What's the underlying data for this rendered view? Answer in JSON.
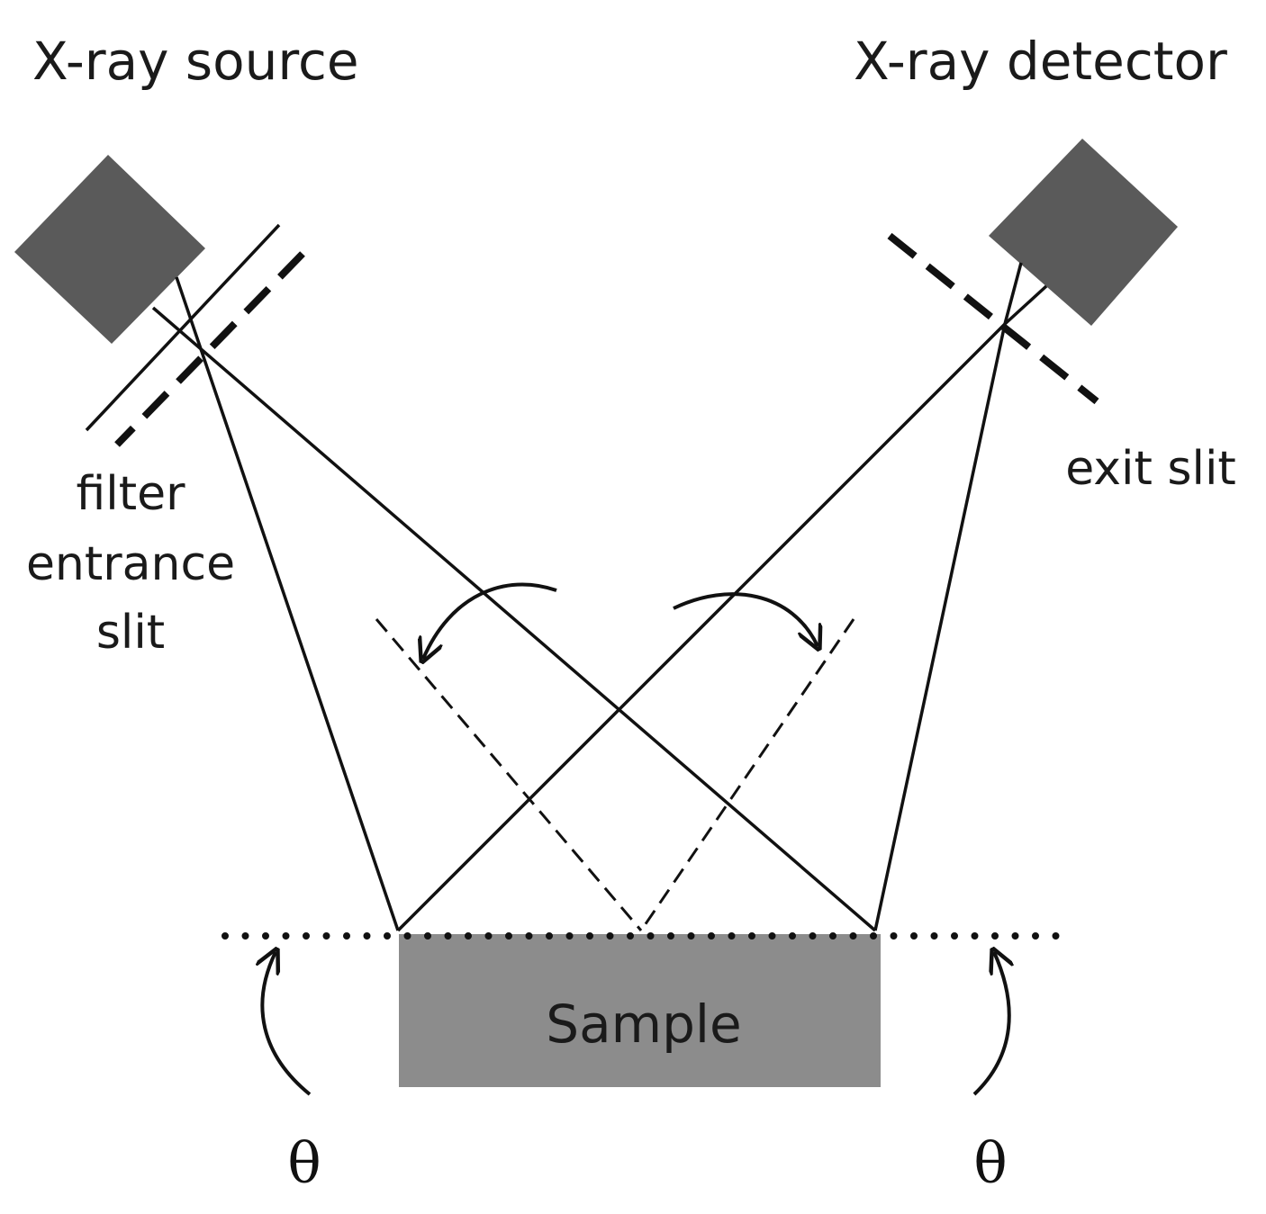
{
  "labels": {
    "source": "X-ray source",
    "detector": "X-ray detector",
    "filter": "filter",
    "entrance": "entrance",
    "slit": "slit",
    "exit_slit": "exit slit",
    "sample": "Sample",
    "theta_left": "θ",
    "theta_right": "θ"
  },
  "colors": {
    "component_fill": "#5a5a5a",
    "sample_fill": "#8c8c8c",
    "line": "#111111"
  }
}
